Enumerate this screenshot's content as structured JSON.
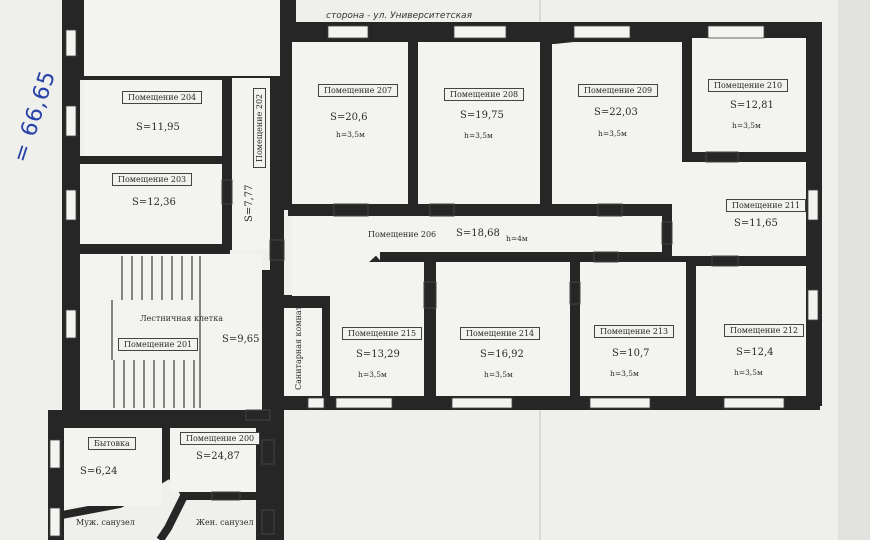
{
  "street_label": "сторона - ул. Университетская",
  "handwritten_total": "= 66,65",
  "rooms": {
    "r204": {
      "name": "Помещение 204",
      "area": "S=11,95"
    },
    "r203": {
      "name": "Помещение 203",
      "area": "S=12,36"
    },
    "r202": {
      "name": "Помещение 202",
      "area": "S=7,77"
    },
    "r207": {
      "name": "Помещение 207",
      "area": "S=20,6",
      "height": "h=3,5м"
    },
    "r208": {
      "name": "Помещение 208",
      "area": "S=19,75",
      "height": "h=3,5м"
    },
    "r209": {
      "name": "Помещение 209",
      "area": "S=22,03",
      "height": "h=3,5м"
    },
    "r210": {
      "name": "Помещение 210",
      "area": "S=12,81",
      "height": "h=3,5м"
    },
    "r211": {
      "name": "Помещение 211",
      "area": "S=11,65"
    },
    "r206": {
      "name": "Помещение 206",
      "area": "S=18,68",
      "height": "h=4м"
    },
    "r201": {
      "name": "Помещение 201",
      "area": "S=9,65",
      "stair": "Лестничная клетка"
    },
    "sanitary": {
      "name": "Санитарная комната"
    },
    "r215": {
      "name": "Помещение 215",
      "area": "S=13,29",
      "height": "h=3,5м"
    },
    "r214": {
      "name": "Помещение 214",
      "area": "S=16,92",
      "height": "h=3,5м"
    },
    "r213": {
      "name": "Помещение 213",
      "area": "S=10,7",
      "height": "h=3,5м"
    },
    "r212": {
      "name": "Помещение 212",
      "area": "S=12,4",
      "height": "h=3,5м"
    },
    "utility": {
      "name": "Бытовка",
      "area": "S=6,24"
    },
    "r200": {
      "name": "Помещение 200",
      "area": "S=24,87"
    },
    "wc_m": {
      "name": "Муж. санузел"
    },
    "wc_f": {
      "name": "Жен. санузел"
    }
  },
  "colors": {
    "paper": "#f1f1ee",
    "wall": "#262626",
    "ink": "#2b2b2b",
    "pen": "#2742a8"
  }
}
